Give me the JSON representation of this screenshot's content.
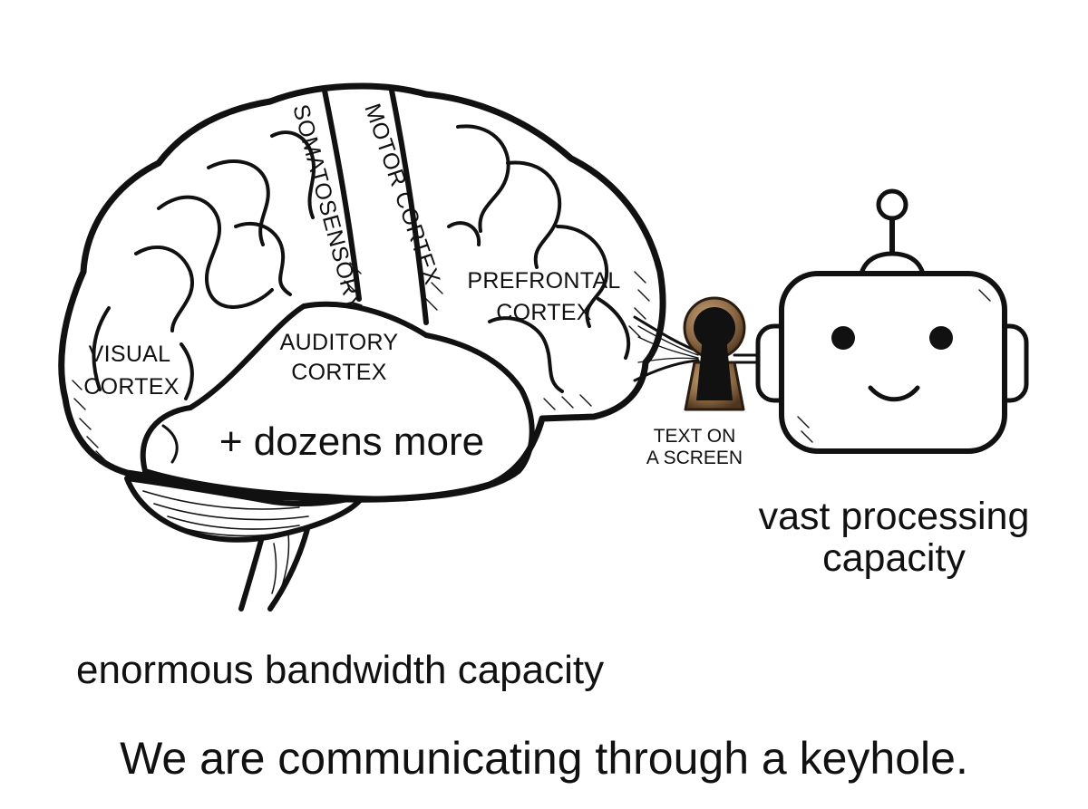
{
  "brain": {
    "regions": {
      "somatosensory": "SOMATOSENSORY",
      "motor_cortex": "MOTOR CORTEX",
      "prefrontal": [
        "PREFRONTAL",
        "CORTEX"
      ],
      "visual": [
        "VISUAL",
        "CORTEX"
      ],
      "auditory": [
        "AUDITORY",
        "CORTEX"
      ],
      "more": "+ dozens more"
    },
    "caption": "enormous bandwidth capacity"
  },
  "keyhole": {
    "caption": [
      "TEXT ON",
      "A SCREEN"
    ],
    "colors": {
      "rim": "#7a5a3a",
      "body": "#b08860",
      "hole": "#111111"
    }
  },
  "robot": {
    "caption": [
      "vast processing",
      "capacity"
    ]
  },
  "headline": "We are communicating through a keyhole.",
  "colors": {
    "ink": "#111111",
    "background": "#ffffff"
  }
}
